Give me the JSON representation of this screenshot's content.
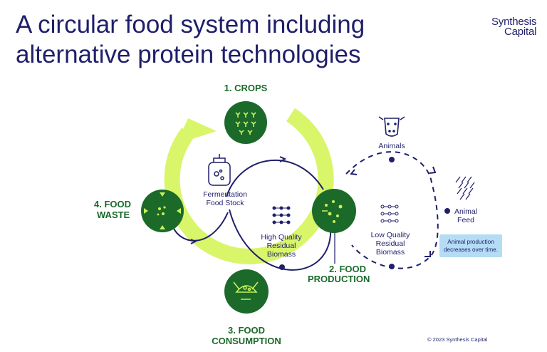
{
  "title_line1": "A circular food system including",
  "title_line2": "alternative protein technologies",
  "logo": {
    "line1": "Synthesis",
    "line2": "Capital"
  },
  "stages": {
    "crops": "1. CROPS",
    "food_production_1": "2. FOOD",
    "food_production_2": "PRODUCTION",
    "food_consumption_1": "3. FOOD",
    "food_consumption_2": "CONSUMPTION",
    "food_waste_1": "4. FOOD",
    "food_waste_2": "WASTE"
  },
  "labels": {
    "fermentation_1": "Fermentation",
    "fermentation_2": "Food Stock",
    "hq_1": "High Quality",
    "hq_2": "Residual",
    "hq_3": "Biomass",
    "lq_1": "Low Quality",
    "lq_2": "Residual",
    "lq_3": "Biomass",
    "animals": "Animals",
    "feed_1": "Animal",
    "feed_2": "Feed"
  },
  "note": "Animal production decreases over time.",
  "copyright": "© 2023 Synthesis Capital",
  "colors": {
    "navy": "#1f1f6b",
    "dark_green": "#1b6a2a",
    "lime": "#d9f56a",
    "bright_green": "#b8e82e",
    "note_blue": "#b4dcf5"
  },
  "icons": [
    "sprouts-icon",
    "fermenter-tank-icon",
    "molecule-icon",
    "plate-with-cutlery-icon",
    "compost-arrows-icon",
    "cow-icon",
    "wheat-icon",
    "biomass-dots-icon"
  ]
}
